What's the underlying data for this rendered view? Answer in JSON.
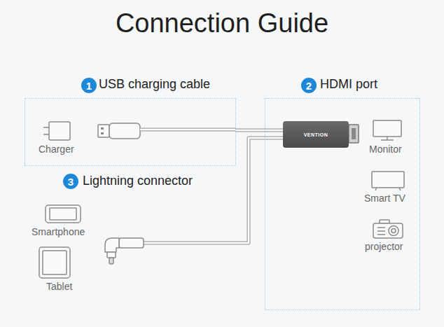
{
  "diagram": {
    "title": "Connection Guide",
    "nodes": [
      {
        "text": [
          "USB charging cable"
        ]
      },
      {
        "text": [
          "HDMI port"
        ]
      },
      {
        "text": [
          "VENTION"
        ],
        "in": 1
      }
    ],
    "edges": [
      {
        "from": 0,
        "to": 2,
        "arrow": "none"
      }
    ],
    "labels": [
      "1",
      "2",
      "3",
      "Lightning connector",
      "Charger",
      "Smartphone",
      "Tablet",
      "Monitor",
      "Smart TV",
      "projector"
    ]
  }
}
